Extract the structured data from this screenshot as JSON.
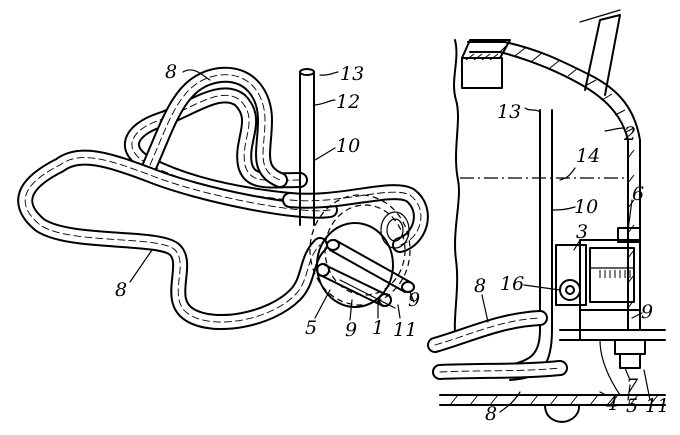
{
  "labels": {
    "left": {
      "hose_top": "8",
      "hose_bottom": "8",
      "pipe_top": "13",
      "pipe_mid": "12",
      "pipe_lower": "10",
      "flange": "5",
      "tube_a": "9",
      "tube_b": "9",
      "housing": "1",
      "tube_c": "11"
    },
    "right": {
      "pipe_top": "13",
      "tank_wall": "2",
      "level": "14",
      "pipe_mid": "10",
      "pump": "6",
      "unit": "3",
      "valve": "16",
      "hose": "8",
      "line": "9",
      "hose_bottom": "8",
      "flange_a": "7",
      "bottom_a": "4",
      "bottom_b": "5",
      "bottom_c": "11"
    }
  }
}
